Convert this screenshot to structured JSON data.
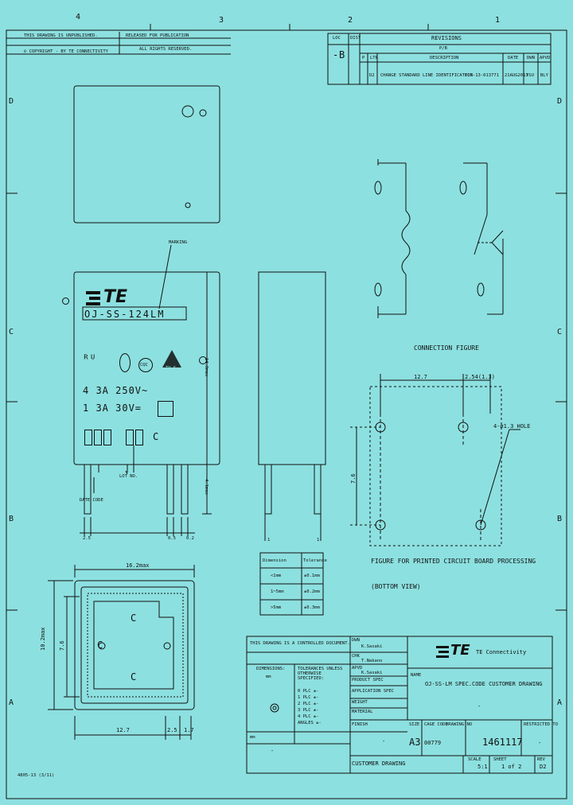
{
  "zones": {
    "top": [
      "4",
      "3",
      "2",
      "1"
    ],
    "side": [
      "D",
      "C",
      "B",
      "A"
    ]
  },
  "header": {
    "line1": "THIS DRAWING IS UNPUBLISHED.",
    "line2": "RELEASED FOR PUBLICATION",
    "line3": "© COPYRIGHT  -  BY  TE CONNECTIVITY",
    "line4": "ALL RIGHTS RESERVED."
  },
  "revisions": {
    "title": "REVISIONS",
    "sub": "P/B",
    "loc_label": "LOC",
    "dist_label": "DIST",
    "loc_value": "-",
    "dist_value": "B",
    "cols": [
      "P",
      "LTR",
      "DESCRIPTION",
      "DATE",
      "DWN",
      "APVD"
    ],
    "row": {
      "p": "",
      "ltr": "D2",
      "desc": "CHANGE STANDARD LINE IDENTIFICATION",
      "eco": "ECR-13-013771",
      "date": "21AUG2013",
      "dwn": "YSU",
      "apvd": "BLY"
    }
  },
  "relay": {
    "marking_label": "MARKING",
    "brand": "TE",
    "part": "OJ-SS-124LM",
    "rating1": "4 3A 250V~",
    "rating2": "1 3A  30V=",
    "tv": "TV-5",
    "cqc": "CQC",
    "c_mark": "C",
    "code_label": "DATE CODE",
    "lot_label": "LOT NO.",
    "height_dim": "14.8max",
    "pin_dim": "4.1max",
    "pitch_small": "2.5",
    "d_05": "0.5",
    "d_02": "0.2",
    "d_25": "2.5",
    "pin1": "1",
    "pin2": "1"
  },
  "bottom_view": {
    "width_dim": "16.2max",
    "height_dim": "10.2max",
    "inner_dim": "7.6",
    "pitch1": "12.7",
    "pitch2": "2.5",
    "pitch3": "1.7",
    "labels": [
      "C",
      "C",
      "C"
    ]
  },
  "tolerance_table": {
    "headers": [
      "Dimension",
      "Tolerance"
    ],
    "rows": [
      [
        "<1mm",
        "±0.1mm"
      ],
      [
        "1~5mm",
        "±0.2mm"
      ],
      [
        ">5mm",
        "±0.3mm"
      ]
    ]
  },
  "connection": {
    "title": "CONNECTION FIGURE"
  },
  "pcb": {
    "dim_top": "12.7",
    "dim_right": "2.54(1.3)",
    "dim_side": "7.6",
    "hole_label": "4-ø1.3 HOLE",
    "title": "FIGURE FOR PRINTED CIRCUIT BOARD PROCESSING",
    "subtitle": "(BOTTOM VIEW)"
  },
  "title_block": {
    "controlled": "THIS DRAWING IS A CONTROLLED DOCUMENT.",
    "dwn_label": "DWN",
    "dwn_value": "K.Sasaki",
    "chk_label": "CHK",
    "chk_value": "T.Nakano",
    "appr_label": "APVD",
    "appr_value": "K.Sasaki",
    "dims_label": "DIMENSIONS:",
    "dims_unit": "mm",
    "tol_label": "TOLERANCES UNLESS OTHERWISE SPECIFIED:",
    "tol_rows": [
      "0 PLC ±-",
      "1 PLC ±-",
      "2 PLC ±-",
      "3 PLC ±-",
      "4 PLC ±-",
      "ANGLES ±-"
    ],
    "product_spec": "PRODUCT SPEC",
    "application_spec": "APPLICATION SPEC",
    "weight": "WEIGHT",
    "material": "MATERIAL",
    "finish": "FINISH",
    "company": "TE Connectivity",
    "doc_title": "OJ-SS-LM SPEC.CODE CUSTOMER DRAWING",
    "name_label": "NAME",
    "size_label": "SIZE",
    "cage_label": "CAGE CODE",
    "dwg_label": "DRAWING NO",
    "rst_label": "RESTRICTED TO",
    "size": "A3",
    "cage": "00779",
    "dwg_no": "1461117",
    "rst": "-",
    "customer": "CUSTOMER DRAWING",
    "scale_label": "SCALE",
    "scale": "5:1",
    "sheet_label": "SHEET",
    "sheet": "1 of 2",
    "rev_label": "REV",
    "rev": "D2",
    "dash": "-"
  },
  "footer": "4805-13 (3/11)"
}
